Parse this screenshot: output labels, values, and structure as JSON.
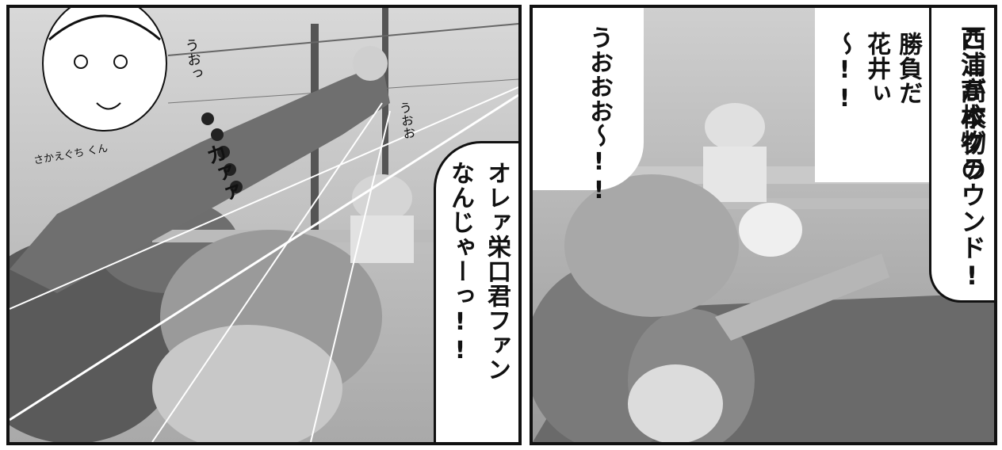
{
  "left_panel": {
    "speech_lines": [
      "オレァ栄口君ファン",
      "なんじゃーっ!!"
    ],
    "sfx_uoo": "うおっ",
    "sfx_uooo": "うおお",
    "sfx_kaa": "カァァ",
    "caption": "さかえぐち くん"
  },
  "right_panel": {
    "speech_main": "ここが本物の西浦高校グラウンド!",
    "speech_main_lines": [
      "ここが本物の",
      "西浦高校グラウンド!"
    ],
    "speech_mid_lines": [
      "勝負だ",
      "花井ぃ",
      "〜!!"
    ],
    "speech_left_lines": [
      "うおおお〜!!"
    ]
  }
}
